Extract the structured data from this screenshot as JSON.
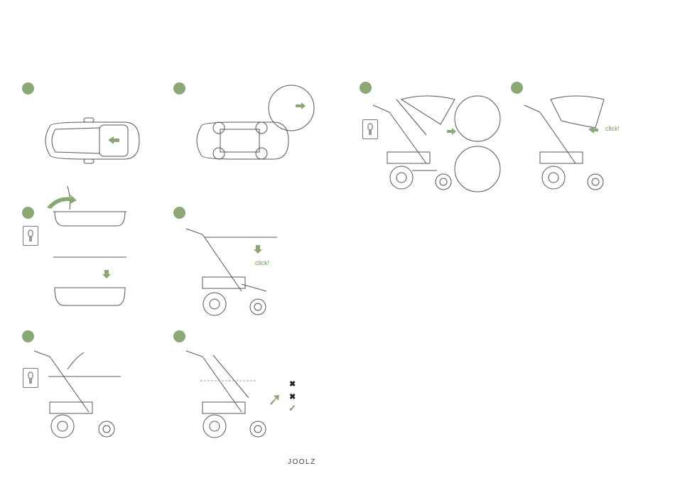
{
  "annotations": {
    "click_label": "click!",
    "wrong_mark": "✖",
    "right_mark": "✓"
  },
  "footer": {
    "brand": "JOOLZ"
  },
  "colors": {
    "accent": "#8aa873",
    "line": "#555555"
  },
  "icons": [
    "lock-icon",
    "arrow-icon",
    "hand-icon",
    "step-dot"
  ]
}
